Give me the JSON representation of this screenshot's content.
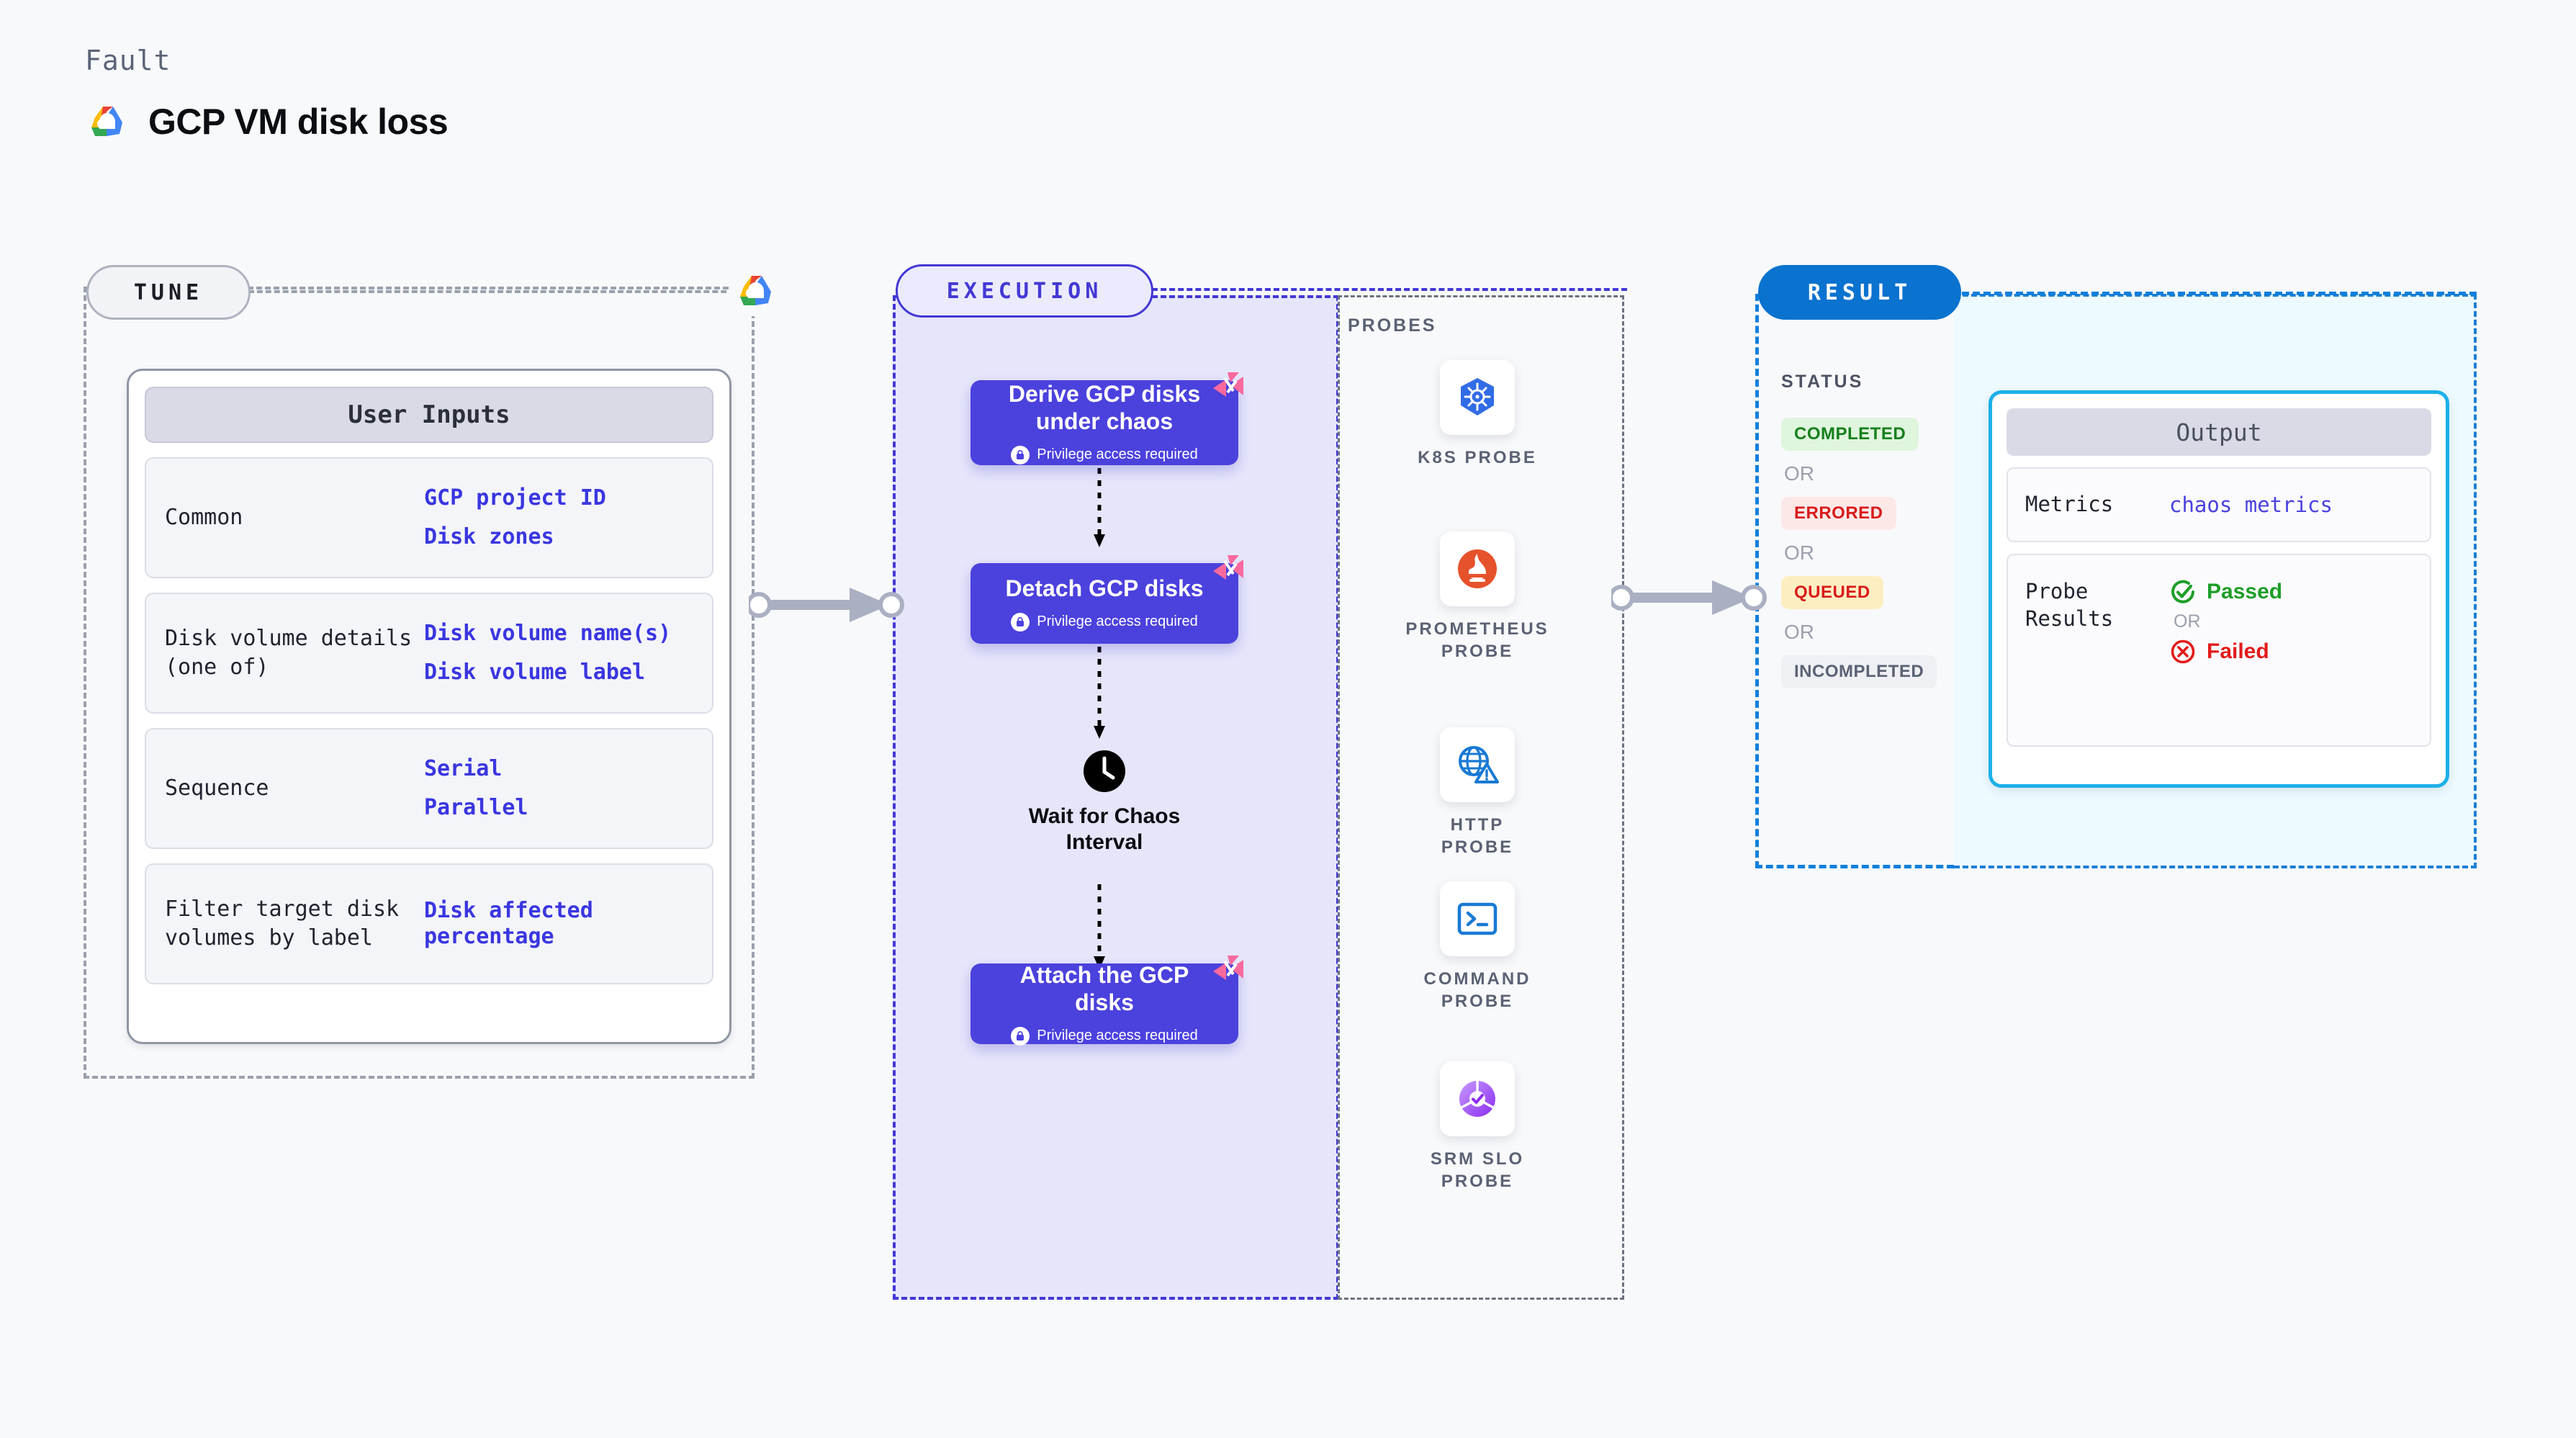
{
  "header": {
    "eyebrow": "Fault",
    "title": "GCP VM disk loss",
    "logo_icon": "gcp-logo-icon"
  },
  "tune": {
    "pill_label": "TUNE",
    "cloud_icon": "gcp-logo-icon",
    "card": {
      "heading": "User Inputs",
      "rows": [
        {
          "key": "Common",
          "values": [
            "GCP project ID",
            "Disk zones"
          ]
        },
        {
          "key": "Disk volume details (one of)",
          "values": [
            "Disk volume name(s)",
            "Disk volume label"
          ]
        },
        {
          "key": "Sequence",
          "values": [
            "Serial",
            "Parallel"
          ]
        },
        {
          "key": "Filter target disk volumes by label",
          "values": [
            "Disk affected percentage"
          ]
        }
      ]
    }
  },
  "execution": {
    "pill_label": "EXECUTION",
    "steps": [
      {
        "title": "Derive GCP disks under chaos",
        "sub": "Privilege access required",
        "lock_icon": "lock-icon",
        "chaos_icon": "litmus-chaos-badge-icon"
      },
      {
        "title": "Detach GCP disks",
        "sub": "Privilege access required",
        "lock_icon": "lock-icon",
        "chaos_icon": "litmus-chaos-badge-icon"
      },
      {
        "title": "Attach the GCP disks",
        "sub": "Privilege access required",
        "lock_icon": "lock-icon",
        "chaos_icon": "litmus-chaos-badge-icon"
      }
    ],
    "wait_node": {
      "label": "Wait for Chaos Interval",
      "icon": "clock-icon"
    }
  },
  "probes": {
    "title": "PROBES",
    "items": [
      {
        "label": "K8S PROBE",
        "icon": "kubernetes-icon"
      },
      {
        "label": "PROMETHEUS PROBE",
        "icon": "prometheus-icon"
      },
      {
        "label": "HTTP PROBE",
        "icon": "http-globe-warning-icon"
      },
      {
        "label": "COMMAND PROBE",
        "icon": "terminal-icon"
      },
      {
        "label": "SRM SLO PROBE",
        "icon": "srm-slo-icon"
      }
    ]
  },
  "result": {
    "pill_label": "RESULT",
    "status_title": "STATUS",
    "or_label": "OR",
    "statuses": [
      {
        "label": "COMPLETED",
        "bg": "#dff5dd",
        "fg": "#15801c"
      },
      {
        "label": "ERRORED",
        "bg": "#fde8e8",
        "fg": "#d81b1b"
      },
      {
        "label": "QUEUED",
        "bg": "#fdeec2",
        "fg": "#d81b1b"
      },
      {
        "label": "INCOMPLETED",
        "bg": "#eef0f4",
        "fg": "#5b6274"
      }
    ]
  },
  "output": {
    "heading": "Output",
    "metrics_key": "Metrics",
    "metrics_value": "chaos metrics",
    "probe_results_key": "Probe Results",
    "passed_label": "Passed",
    "failed_label": "Failed",
    "or_label": "OR",
    "passed_icon": "check-circle-icon",
    "failed_icon": "x-circle-icon"
  },
  "connectors": {
    "tune_to_execution": "arrow-right",
    "execution_to_result": "arrow-right"
  },
  "colors": {
    "indigo": "#4b41dd",
    "blue": "#0a72cf",
    "cyan": "#1cb0e8",
    "pink": "#f9699e",
    "grey": "#9aa1ad"
  }
}
